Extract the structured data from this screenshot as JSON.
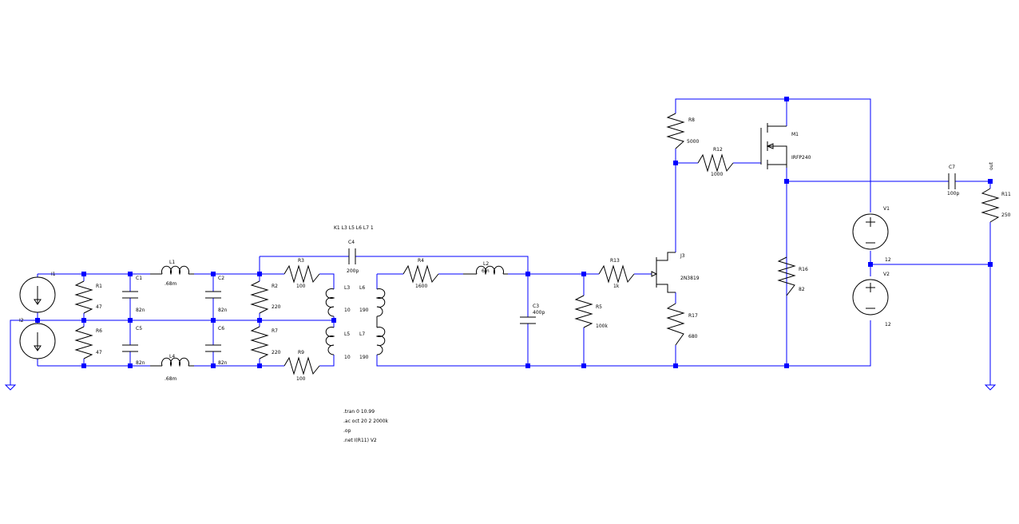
{
  "components": {
    "I1": "I1",
    "I2": "I2",
    "R1": {
      "name": "R1",
      "value": "47"
    },
    "R6": {
      "name": "R6",
      "value": "47"
    },
    "C1": {
      "name": "C1",
      "value": "82n"
    },
    "C5": {
      "name": "C5",
      "value": "82n"
    },
    "L1": {
      "name": "L1",
      "value": ".68m"
    },
    "L4": {
      "name": "L4",
      "value": ".68m"
    },
    "C2": {
      "name": "C2",
      "value": "82n"
    },
    "C6": {
      "name": "C6",
      "value": "82n"
    },
    "R2": {
      "name": "R2",
      "value": "220"
    },
    "R7": {
      "name": "R7",
      "value": "220"
    },
    "R3": {
      "name": "R3",
      "value": "100"
    },
    "R9": {
      "name": "R9",
      "value": "100"
    },
    "C4": {
      "name": "C4",
      "value": "200p"
    },
    "L3": {
      "name": "L3",
      "value": "10"
    },
    "L5": {
      "name": "L5",
      "value": "10"
    },
    "L6": {
      "name": "L6",
      "value": "190"
    },
    "L7": {
      "name": "L7",
      "value": "190"
    },
    "R4": {
      "name": "R4",
      "value": "1600"
    },
    "L2": {
      "name": "L2",
      "value": "6m"
    },
    "C3": {
      "name": "C3",
      "value": "400p"
    },
    "R5": {
      "name": "R5",
      "value": "100k"
    },
    "R13": {
      "name": "R13",
      "value": "1k"
    },
    "J3": {
      "name": "J3",
      "value": "2N3819"
    },
    "R17": {
      "name": "R17",
      "value": "680"
    },
    "R8": {
      "name": "R8",
      "value": "5000"
    },
    "R12": {
      "name": "R12",
      "value": "1000"
    },
    "M1": {
      "name": "M1",
      "value": "IRFP240"
    },
    "R16": {
      "name": "R16",
      "value": "82"
    },
    "V1": {
      "name": "V1",
      "value": "12"
    },
    "V2": {
      "name": "V2",
      "value": "12"
    },
    "C7": {
      "name": "C7",
      "value": "100p"
    },
    "R11": {
      "name": "R11",
      "value": "250"
    }
  },
  "coupling": "K1 L3 L5 L6 L7 1",
  "out_label": "out",
  "directives": [
    ".tran 0 10.99",
    ".ac oct 20 2 2000k",
    ".op",
    ".net I(R11) V2"
  ]
}
